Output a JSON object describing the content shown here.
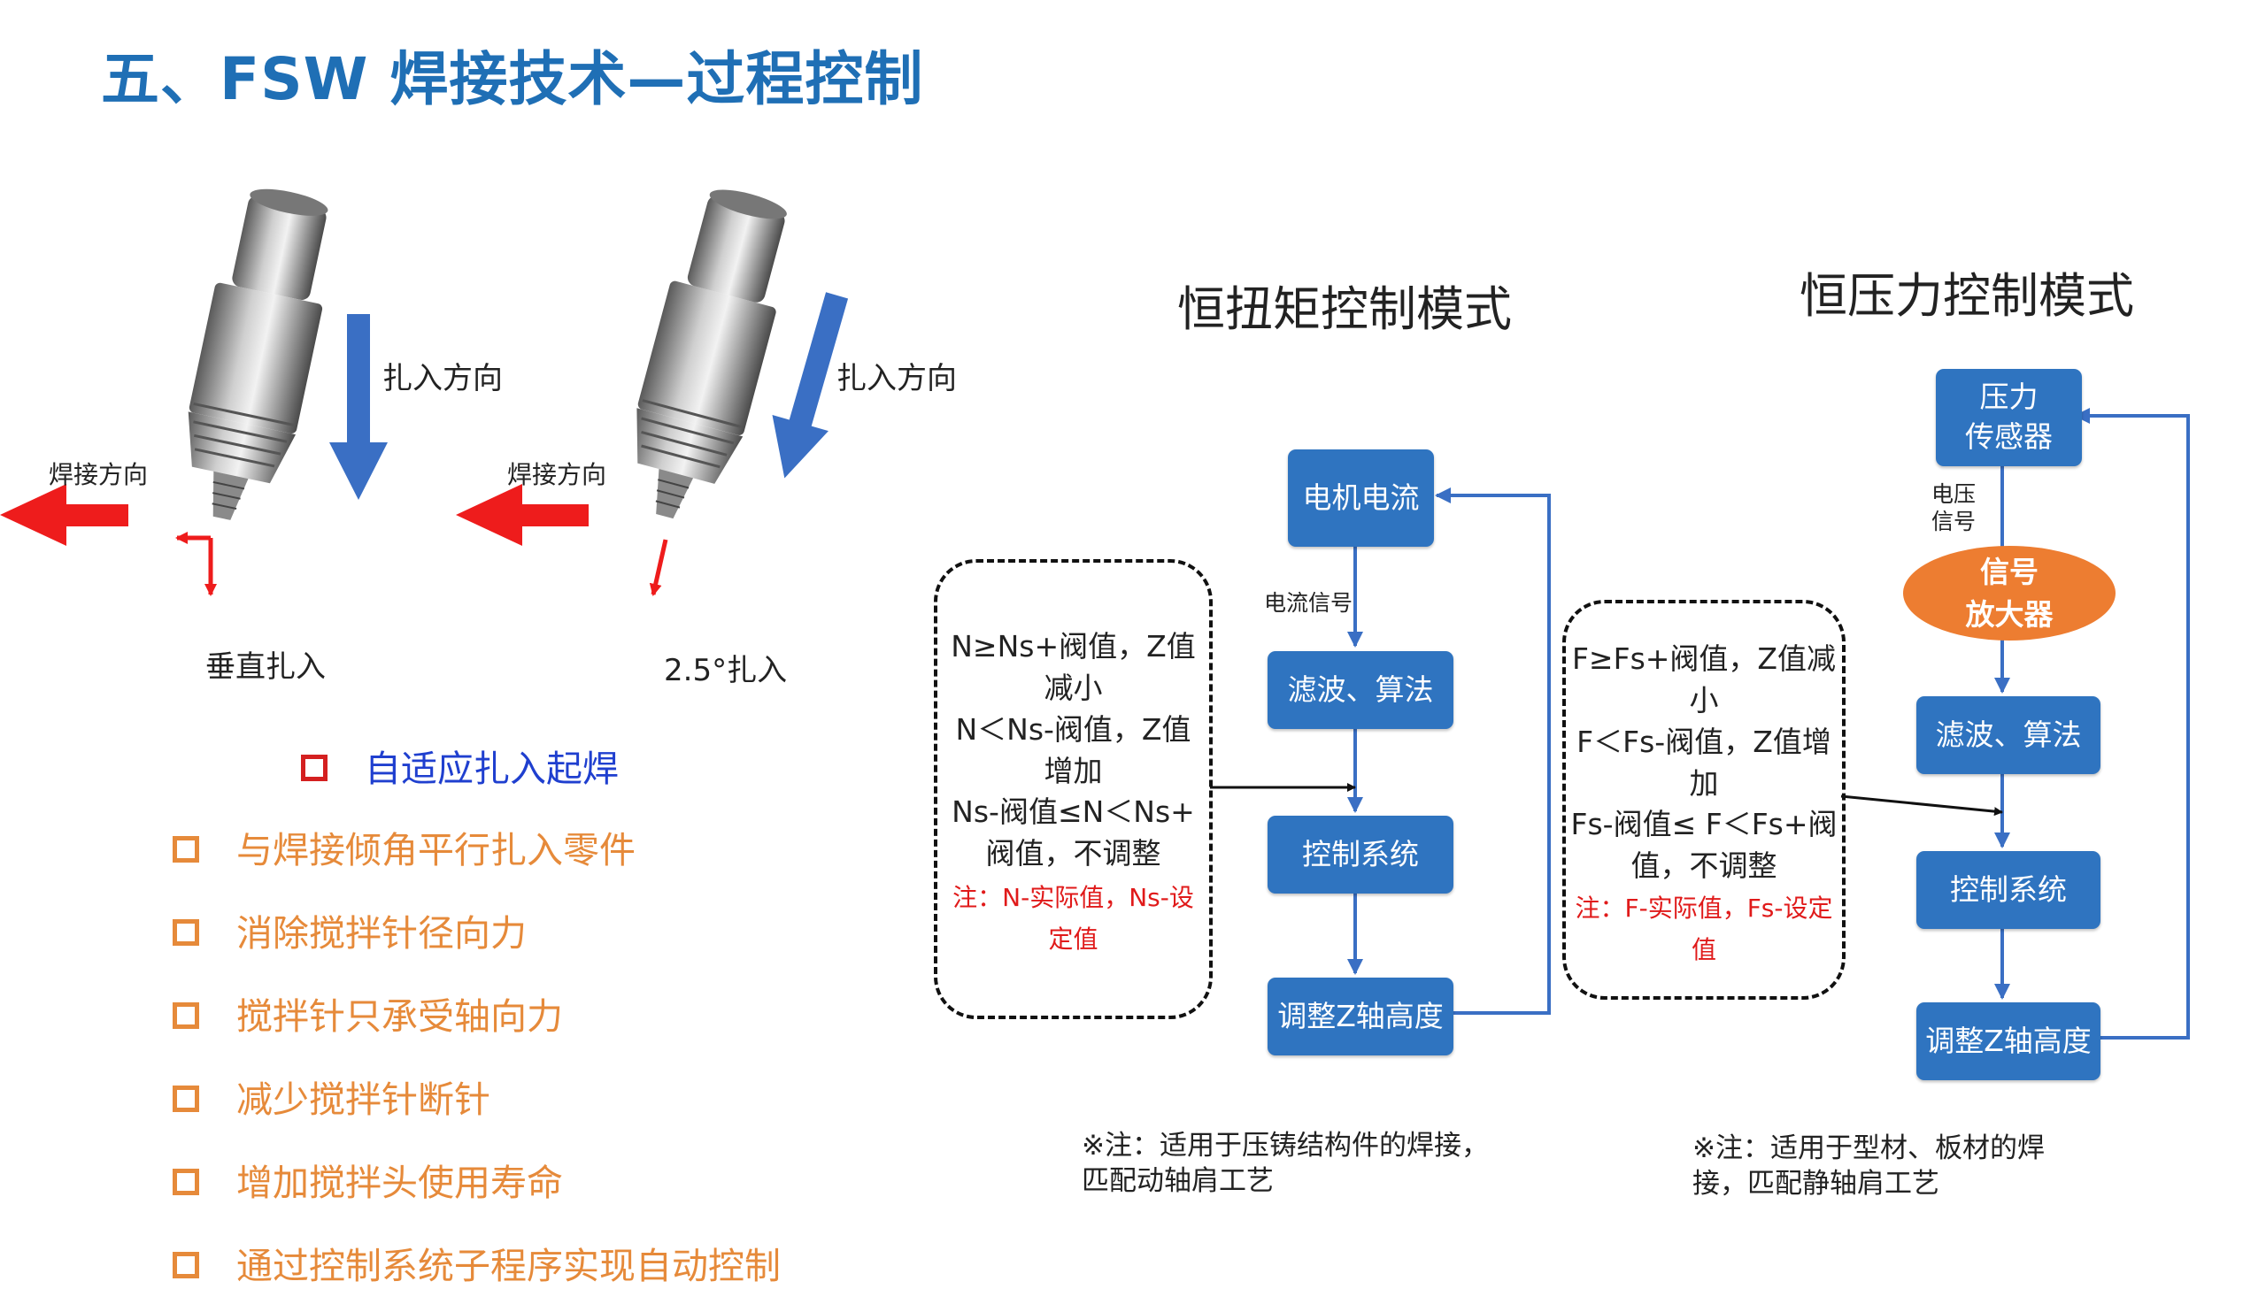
{
  "title": "五、FSW 焊接技术—过程控制",
  "tools": {
    "left": {
      "insert_direction": "扎入方向",
      "weld_direction": "焊接方向",
      "caption": "垂直扎入"
    },
    "right": {
      "insert_direction": "扎入方向",
      "weld_direction": "焊接方向",
      "caption": "2.5°扎入"
    }
  },
  "bullets": [
    "自适应扎入起焊",
    "与焊接倾角平行扎入零件",
    "消除搅拌针径向力",
    "搅拌针只承受轴向力",
    "减少搅拌针断针",
    "增加搅拌头使用寿命",
    "通过控制系统子程序实现自动控制"
  ],
  "torque_mode": {
    "title": "恒扭矩控制模式",
    "box_current": "电机电流",
    "signal_label": "电流信号",
    "box_filter": "滤波、算法",
    "box_control": "控制系统",
    "box_adjust": "调整Z轴高度",
    "rules": "N≥Ns+阀值，Z值\n减小\nN＜Ns-阀值，Z值\n增加\nNs-阀值≤N＜Ns+\n阀值，不调整",
    "rule_note": "注：N-实际值，Ns-设\n定值",
    "note": "※注：适用于压铸结构件的焊接，\n匹配动轴肩工艺"
  },
  "pressure_mode": {
    "title": "恒压力控制模式",
    "box_sensor": "压力\n传感器",
    "signal_label": "电压\n信号",
    "amplifier": "信号\n放大器",
    "box_filter": "滤波、算法",
    "box_control": "控制系统",
    "box_adjust": "调整Z轴高度",
    "rules": "F≥Fs+阀值，Z值减\n小\nF＜Fs-阀值，Z值增\n加\nFs-阀值≤ F＜Fs+阀\n值，不调整",
    "rule_note": "注：F-实际值，Fs-设定\n值",
    "note": "※注：适用于型材、板材的焊\n接，匹配静轴肩工艺"
  },
  "colors": {
    "title": "#1f6fb5",
    "box": "#2f74c0",
    "amplifier": "#ed7d31",
    "bullet": "#e68a3a",
    "bullet_first": "#1f3fcf",
    "arrow_red": "#ee1c1c",
    "arrow_blue": "#3a6fc4"
  }
}
